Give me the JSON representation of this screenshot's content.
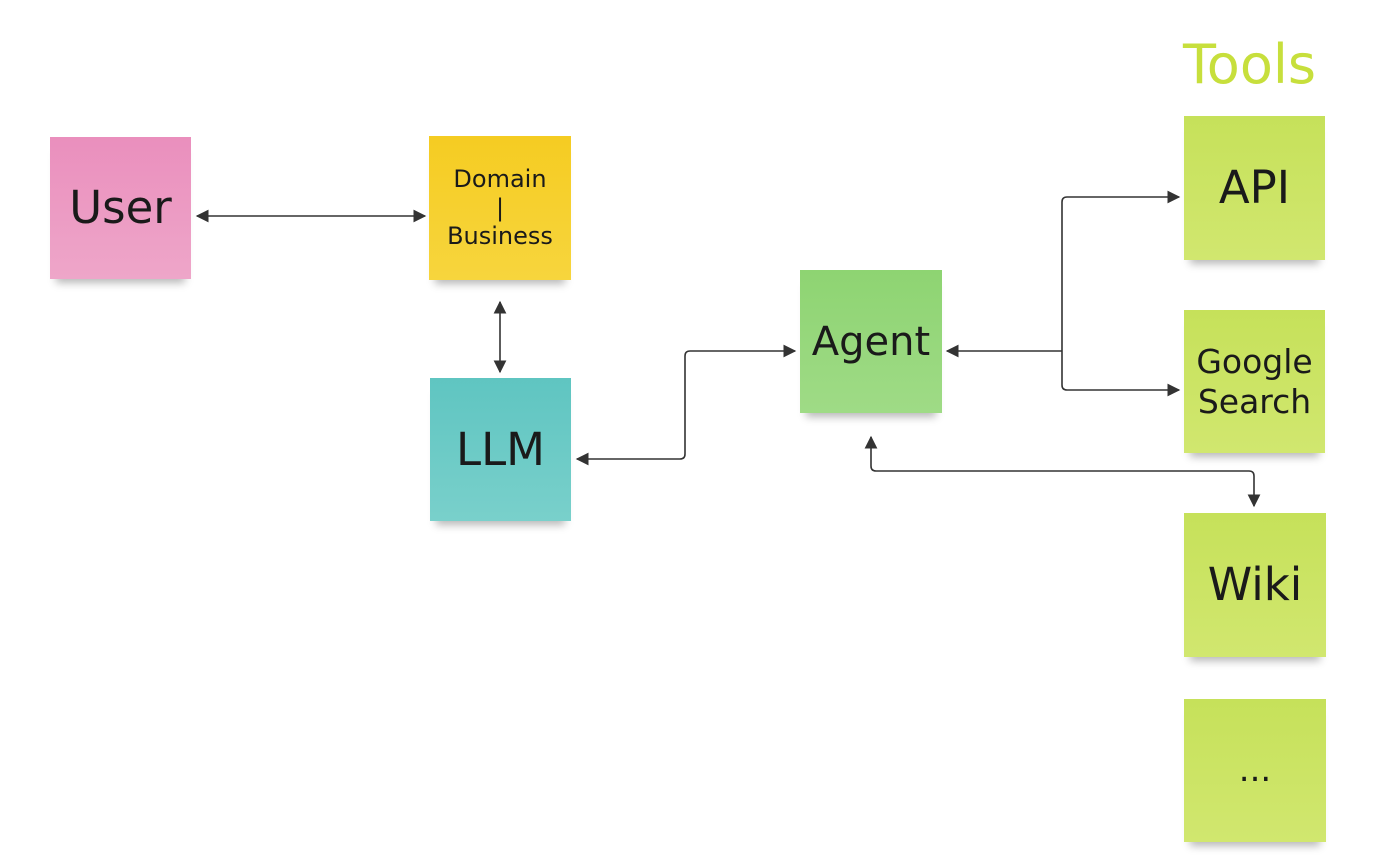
{
  "title": "Tools",
  "colors": {
    "user": "#eb97c2",
    "domain": "#f6d02e",
    "llm": "#6bcbc6",
    "agent": "#95d77a",
    "tool": "#cbe463",
    "title": "#c7df3c",
    "connector": "#333333"
  },
  "nodes": {
    "user": "User",
    "domain_line1": "Domain",
    "domain_separator": "|",
    "domain_line2": "Business",
    "llm": "LLM",
    "agent": "Agent",
    "api": "API",
    "google_line1": "Google",
    "google_line2": "Search",
    "wiki": "Wiki",
    "more": "..."
  }
}
